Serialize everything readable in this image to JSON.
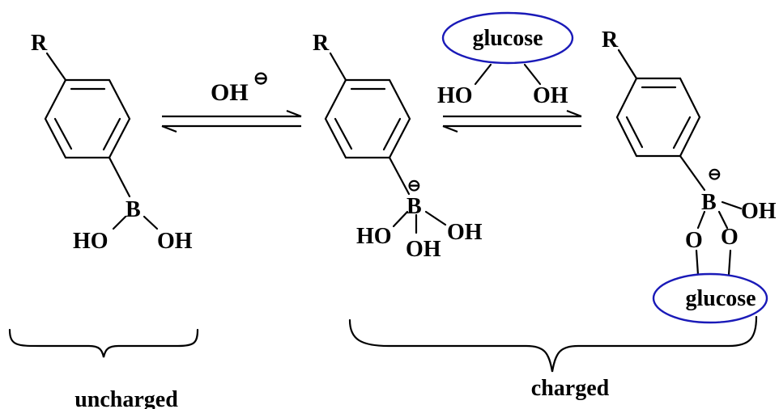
{
  "colors": {
    "ink": "#000000",
    "glucose_ellipse": "#1a1ab8",
    "background": "#ffffff"
  },
  "molecule1": {
    "r": "R",
    "boron": "B",
    "ho": "HO",
    "oh": "OH"
  },
  "arrow1": {
    "reagent": "OH",
    "charge": "⊖"
  },
  "molecule2": {
    "r": "R",
    "boron": "B",
    "charge": "⊖",
    "ho": "HO",
    "oh_right": "OH",
    "oh_bottom": "OH"
  },
  "arrow2": {
    "glucose": "glucose",
    "ho": "HO",
    "oh": "OH"
  },
  "molecule3": {
    "r": "R",
    "boron": "B",
    "charge": "⊖",
    "oh": "OH",
    "o_left": "O",
    "o_right": "O",
    "glucose": "glucose"
  },
  "labels": {
    "uncharged": "uncharged",
    "charged": "charged"
  }
}
